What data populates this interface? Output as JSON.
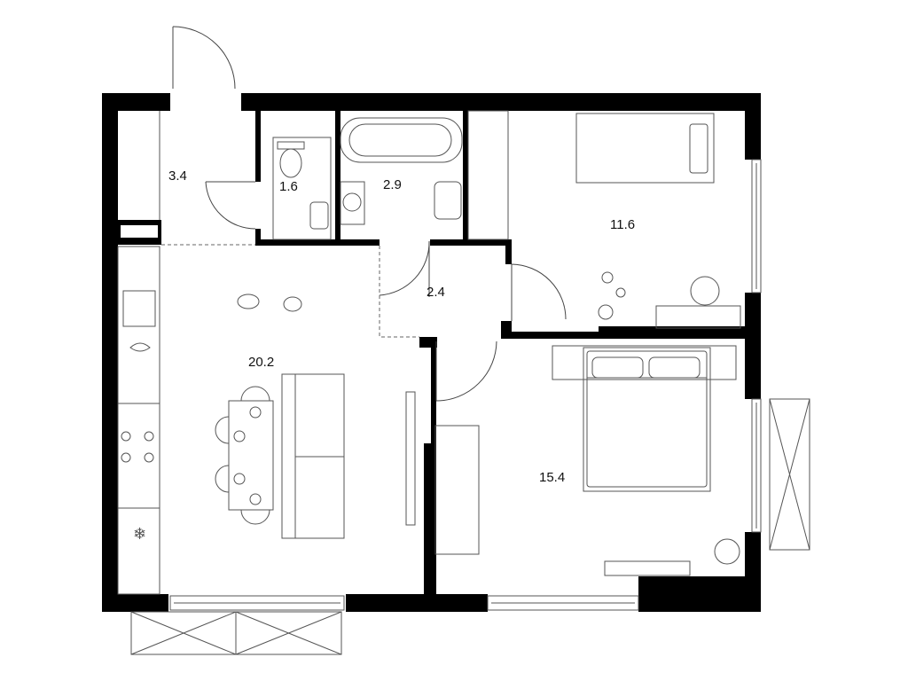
{
  "rooms": [
    {
      "name": "hallway",
      "area": "3.4"
    },
    {
      "name": "wc",
      "area": "1.6"
    },
    {
      "name": "bathroom",
      "area": "2.9"
    },
    {
      "name": "bedroom-small",
      "area": "11.6"
    },
    {
      "name": "corridor",
      "area": "2.4"
    },
    {
      "name": "kitchen-living",
      "area": "20.2"
    },
    {
      "name": "bedroom-main",
      "area": "15.4"
    }
  ],
  "colors": {
    "wall": "#000000",
    "furniture": "#555555",
    "background": "#ffffff"
  }
}
